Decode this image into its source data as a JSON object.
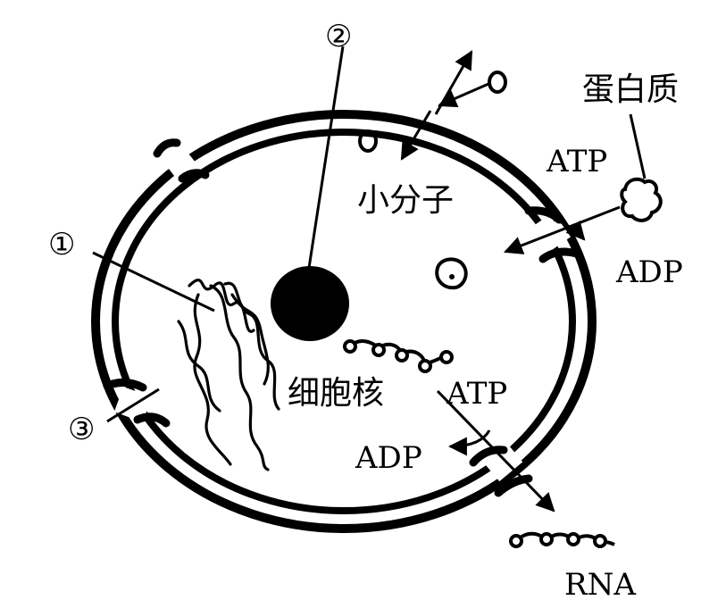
{
  "labels": {
    "marker_1": "①",
    "marker_2": "②",
    "marker_3": "③",
    "small_molecule": "小分子",
    "protein": "蛋白质",
    "atp_top": "ATP",
    "adp_right": "ADP",
    "nucleus": "细胞核",
    "atp_bottom": "ATP",
    "adp_bottom": "ADP",
    "rna": "RNA"
  },
  "colors": {
    "ink": "#000000",
    "background": "#ffffff"
  }
}
